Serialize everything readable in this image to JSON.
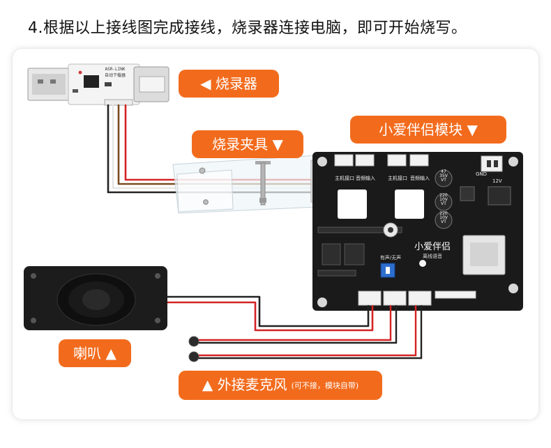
{
  "heading": "4.根据以上接线图完成接线，烧录器连接电脑，即可开始烧写。",
  "labels": {
    "burner": "◀ 烧录器",
    "module": "小爱伴侣模块 ▼",
    "clamp": "烧录夹具 ▼",
    "speaker": "喇叭 ▲",
    "mic": "▲ 外接麦克风",
    "mic_note": "(可不接，模块自带)"
  },
  "board_text": {
    "usb_top": "ASR-LINK",
    "usb_sub": "自动下载器",
    "port_host_1": "主机接口",
    "port_audio_1": "音频输入",
    "port_host_2": "主机接口",
    "port_audio_2": "音频输入",
    "cap_1": "47\n35V\nVT",
    "cap_2": "220\n10V\nVT",
    "cap_3": "220\n10V\nVT",
    "pin_gnd": "GND",
    "pin_12v": "12V",
    "module_name": "小爱伴侣",
    "module_sub": "离线语音",
    "switch_label": "有声/无声"
  },
  "colors": {
    "accent": "#f26b1d",
    "board": "#1a1a1a",
    "wire_red": "#d42323",
    "wire_black": "#222222",
    "wire_white": "#eeeeee",
    "wire_brown": "#7a4b22"
  }
}
